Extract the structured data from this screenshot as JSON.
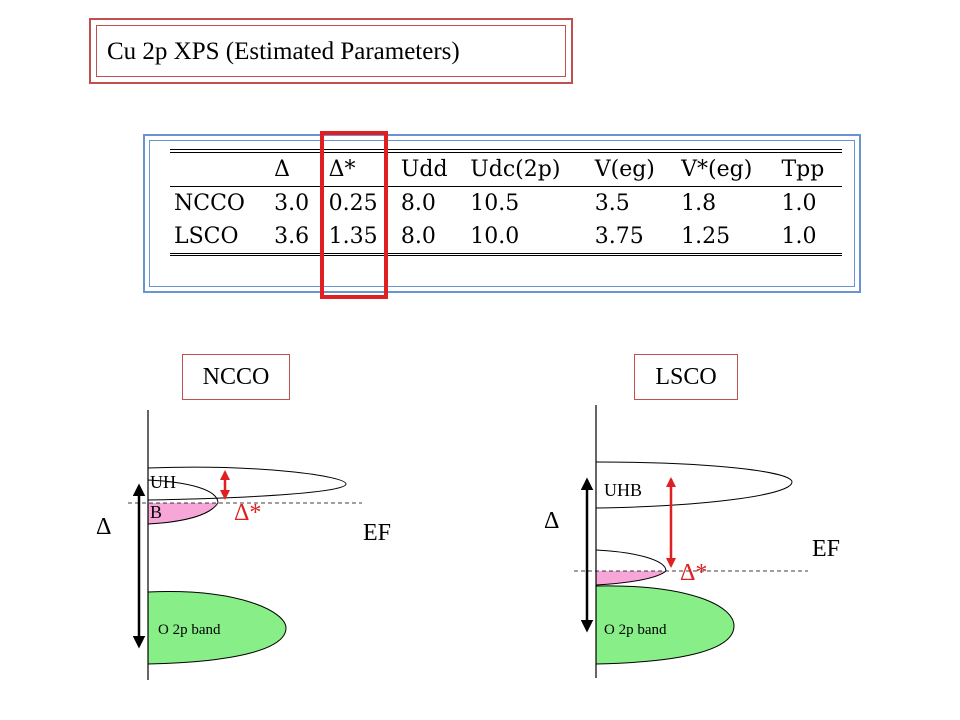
{
  "title": "Cu 2p XPS (Estimated Parameters)",
  "table": {
    "headers": [
      "",
      "Δ",
      "Δ*",
      "Udd",
      "Udc(2p)",
      "V(eg)",
      "V*(eg)",
      "Tpp"
    ],
    "rows": [
      [
        "NCCO",
        "3.0",
        "0.25",
        "8.0",
        "10.5",
        "3.5",
        "1.8",
        "1.0"
      ],
      [
        "LSCO",
        "3.6",
        "1.35",
        "8.0",
        "10.0",
        "3.75",
        "1.25",
        "1.0"
      ]
    ]
  },
  "highlight_color": "#e02020",
  "diagrams": {
    "ncco": {
      "label": "NCCO",
      "uhb_label_1": "UH",
      "uhb_label_2": "B",
      "delta": "Δ",
      "delta_star": "Δ*",
      "ef": "EF",
      "band": "O 2p band"
    },
    "lsco": {
      "label": "LSCO",
      "uhb_label": "UHB",
      "delta": "Δ",
      "delta_star": "Δ*",
      "ef": "EF",
      "band": "O 2p band"
    }
  },
  "colors": {
    "o2p_band": "#88ee88",
    "occupied_state": "#f7a6d8",
    "arrow_red": "#e02020"
  }
}
